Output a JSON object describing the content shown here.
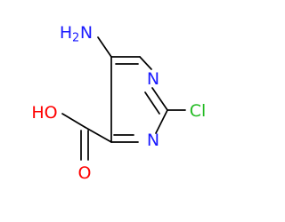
{
  "molecule": {
    "atoms": {
      "amino_h": "H",
      "amino_subscript": "2",
      "amino_n": "N",
      "ring_n1": "N",
      "ring_n3": "N",
      "chlorine": "Cl",
      "hydroxyl": "HO",
      "carbonyl_o": "O"
    },
    "colors": {
      "nitrogen": "#1a1aff",
      "oxygen": "#ff0000",
      "chlorine": "#22bb22",
      "bond": "#000000"
    }
  }
}
